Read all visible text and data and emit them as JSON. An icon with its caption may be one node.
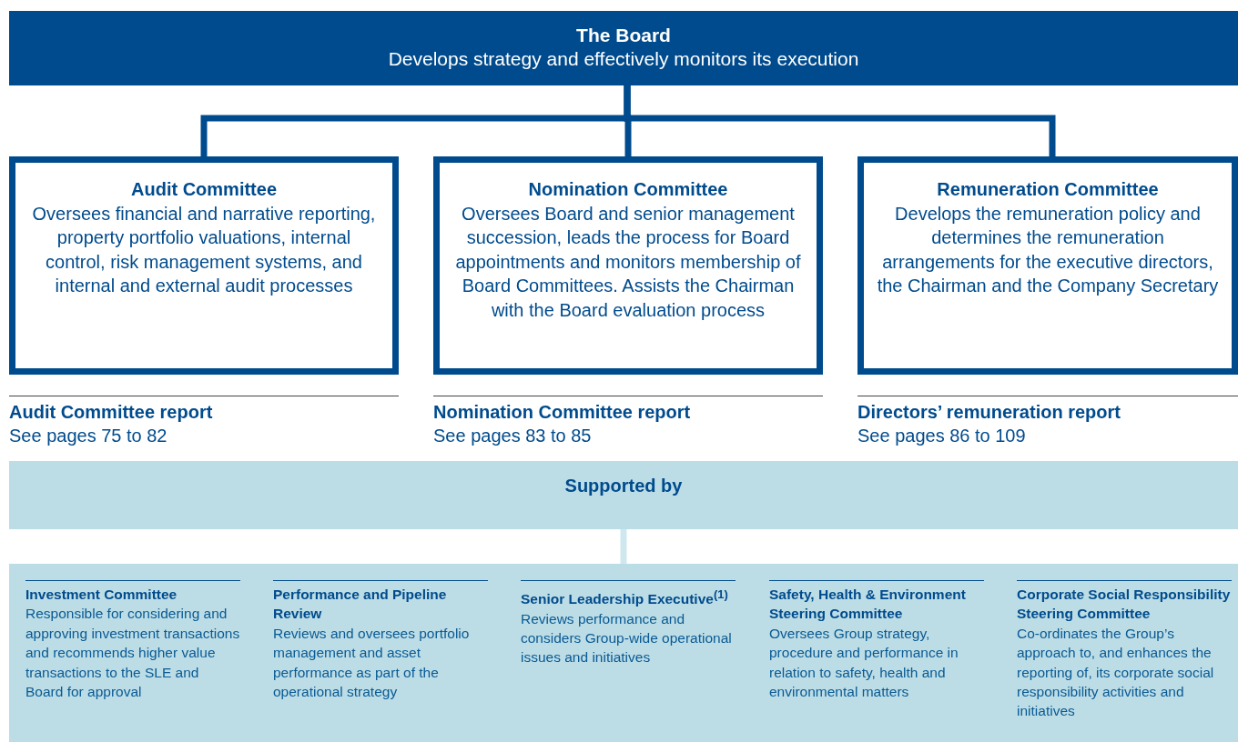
{
  "diagram": {
    "nodes": [
      {
        "text": [
          "The Board",
          "Develops strategy and effectively monitors its execution"
        ]
      },
      {
        "text": [
          "Audit Committee",
          "Oversees financial and narrative reporting, property portfolio valuations, internal control, risk management systems, and internal and external audit processes"
        ],
        "beside": [
          "Audit Committee report",
          "See pages 75 to 82"
        ]
      },
      {
        "text": [
          "Nomination Committee",
          "Oversees Board and senior management succession, leads the process for Board appointments and monitors membership of Board Committees. Assists the Chairman with the Board evaluation process"
        ],
        "beside": [
          "Nomination Committee report",
          "See pages 83 to 85"
        ]
      },
      {
        "text": [
          "Remuneration Committee",
          "Develops the remuneration policy and determines the remuneration arrangements for the executive directors, the Chairman and the Company Secretary"
        ],
        "beside": [
          "Directors’ remuneration report",
          "See pages 86 to 109"
        ]
      },
      {
        "text": [
          "Supported by"
        ]
      },
      {
        "text": [],
        "shape": "box"
      },
      {
        "text": [
          "Investment Committee",
          "Responsible for considering and approving investment transactions and recommends higher value transactions to the SLE and Board for approval"
        ],
        "in": 5
      },
      {
        "text": [
          "Performance and Pipeline Review",
          "Reviews and oversees portfolio management and asset performance as part of the operational strategy"
        ],
        "in": 5
      },
      {
        "text": [
          "Senior Leadership Executive$^{(1)}$",
          "Reviews performance and considers Group-wide operational issues and initiatives"
        ],
        "in": 5
      },
      {
        "text": [
          "Safety, Health & Environment Steering Committee",
          "Oversees Group strategy, procedure and performance in relation to safety, health and environmental matters"
        ],
        "in": 5
      },
      {
        "text": [
          "Corporate Social Responsibility Steering Committee",
          "Co-ordinates the Group’s approach to, and enhances the reporting of, its corporate social responsibility activities and initiatives"
        ],
        "in": 5
      }
    ],
    "edges": [
      {
        "from": 0,
        "to": 1,
        "arrow": "none"
      },
      {
        "from": 0,
        "to": 2,
        "arrow": "none"
      },
      {
        "from": 0,
        "to": 3,
        "arrow": "none"
      },
      {
        "from": 4,
        "to": 5,
        "arrow": "none",
        "color": "#cfe8ee"
      }
    ]
  }
}
